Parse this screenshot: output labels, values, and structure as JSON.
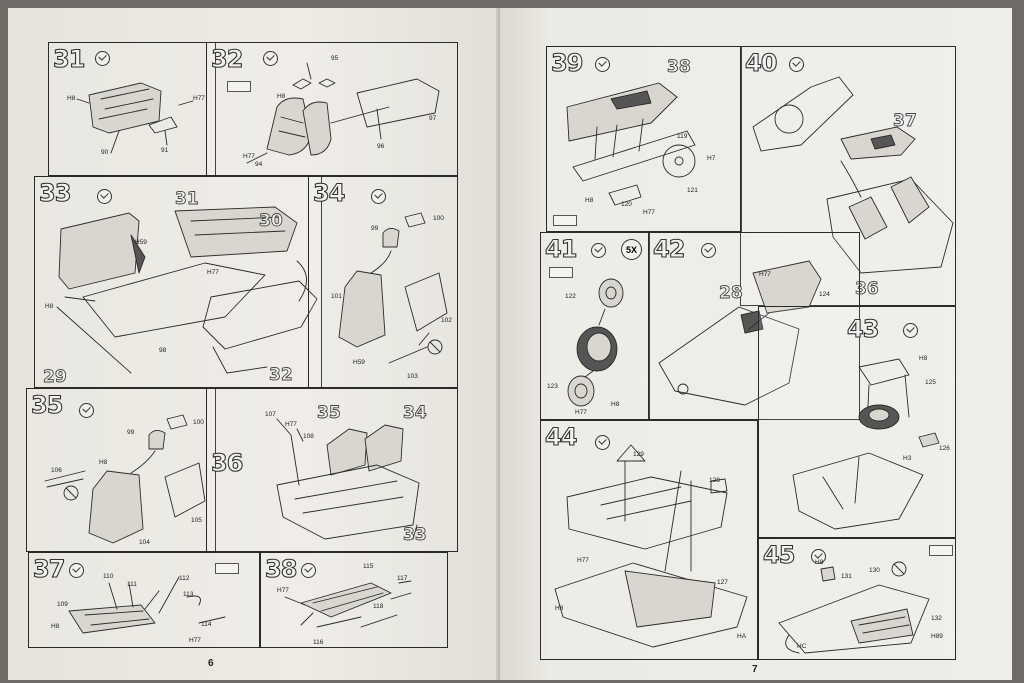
{
  "pages": {
    "left": {
      "page_number": "6"
    },
    "right": {
      "page_number": "7"
    }
  },
  "steps": [
    {
      "id": "31",
      "number": "31",
      "labels": [
        "90",
        "91",
        "H77",
        "H8"
      ]
    },
    {
      "id": "32",
      "number": "32",
      "labels": [
        "95",
        "97",
        "96",
        "94",
        "H8",
        "H77"
      ]
    },
    {
      "id": "33",
      "number": "33",
      "labels": [
        "31",
        "30",
        "29",
        "32",
        "98",
        "H8",
        "H77",
        "H59"
      ]
    },
    {
      "id": "34",
      "number": "34",
      "labels": [
        "100",
        "99",
        "101",
        "102",
        "103",
        "H59"
      ]
    },
    {
      "id": "35",
      "number": "35",
      "labels": [
        "100",
        "99",
        "106",
        "105",
        "104",
        "H8"
      ]
    },
    {
      "id": "36",
      "number": "36",
      "labels": [
        "107",
        "108",
        "35",
        "34",
        "33",
        "H77"
      ]
    },
    {
      "id": "37",
      "number": "37",
      "labels": [
        "110",
        "111",
        "112",
        "113",
        "109",
        "114",
        "H8",
        "H77"
      ]
    },
    {
      "id": "38",
      "number": "38",
      "labels": [
        "115",
        "117",
        "118",
        "116",
        "H77"
      ]
    },
    {
      "id": "39",
      "number": "39",
      "labels": [
        "38",
        "119",
        "121",
        "120",
        "H8",
        "H77",
        "H7"
      ]
    },
    {
      "id": "40",
      "number": "40",
      "labels": [
        "37",
        "36"
      ]
    },
    {
      "id": "41",
      "number": "41",
      "quantity": "5X",
      "labels": [
        "122",
        "123",
        "H8",
        "H77"
      ]
    },
    {
      "id": "42",
      "number": "42",
      "labels": [
        "28",
        "124",
        "H77"
      ]
    },
    {
      "id": "43",
      "number": "43",
      "labels": [
        "125",
        "126",
        "H8",
        "H3"
      ]
    },
    {
      "id": "44",
      "number": "44",
      "labels": [
        "128",
        "129",
        "127",
        "H8",
        "H77",
        "HA"
      ]
    },
    {
      "id": "45",
      "number": "45",
      "labels": [
        "130",
        "131",
        "132",
        "H8",
        "H89",
        "HC"
      ]
    }
  ]
}
